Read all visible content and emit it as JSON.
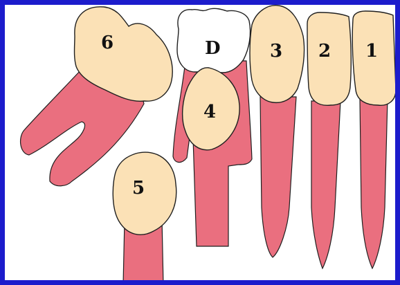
{
  "colors": {
    "frame": "#1c1ccc",
    "crown": "#fbe1b6",
    "root": "#ea6f7f",
    "deciduous_crown": "#ffffff",
    "outline": "#1f1f1f"
  },
  "teeth": [
    {
      "id": "tooth-1",
      "label": "1",
      "kind": "permanent-incisor"
    },
    {
      "id": "tooth-2",
      "label": "2",
      "kind": "permanent-incisor"
    },
    {
      "id": "tooth-3",
      "label": "3",
      "kind": "permanent-canine"
    },
    {
      "id": "tooth-4",
      "label": "4",
      "kind": "developing-premolar"
    },
    {
      "id": "tooth-5",
      "label": "5",
      "kind": "developing-premolar"
    },
    {
      "id": "tooth-6",
      "label": "6",
      "kind": "permanent-molar"
    },
    {
      "id": "tooth-D",
      "label": "D",
      "kind": "deciduous-molar"
    }
  ]
}
